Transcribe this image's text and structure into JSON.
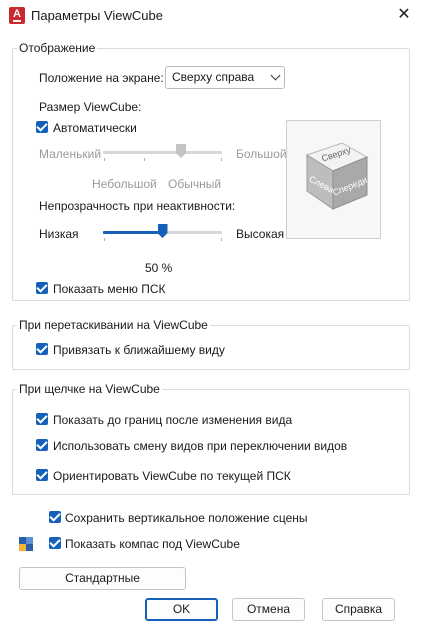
{
  "window": {
    "title": "Параметры ViewCube",
    "app_icon_letter": "A"
  },
  "display": {
    "legend": "Отображение",
    "position_label": "Положение на экране:",
    "position_value": "Сверху справа",
    "size_label": "Размер ViewCube:",
    "auto_label": "Автоматически",
    "auto_checked": true,
    "size_small": "Маленький",
    "size_large": "Большой",
    "size_notsmall": "Небольшой",
    "size_normal": "Обычный",
    "opacity_label": "Непрозрачность при неактивности:",
    "opacity_low": "Низкая",
    "opacity_high": "Высокая",
    "opacity_value": "50 %",
    "opacity_fraction": 0.5,
    "show_ucs_label": "Показать меню ПСК",
    "show_ucs_checked": true,
    "cube_faces": {
      "top": "Сверху",
      "left": "Слева",
      "front": "Спереди"
    }
  },
  "drag": {
    "legend": "При перетаскивании на ViewCube",
    "snap_label": "Привязать к ближайшему виду",
    "snap_checked": true
  },
  "click": {
    "legend": "При щелчке на ViewCube",
    "zoom_label": "Показать до границ после изменения вида",
    "transition_label": "Использовать смену видов при переключении видов",
    "orient_label": "Ориентировать ViewCube по текущей ПСК"
  },
  "extra": {
    "keep_up_label": "Сохранить вертикальное положение сцены",
    "compass_label": "Показать компас под ViewCube"
  },
  "buttons": {
    "defaults": "Стандартные",
    "ok": "OK",
    "cancel": "Отмена",
    "help": "Справка"
  }
}
